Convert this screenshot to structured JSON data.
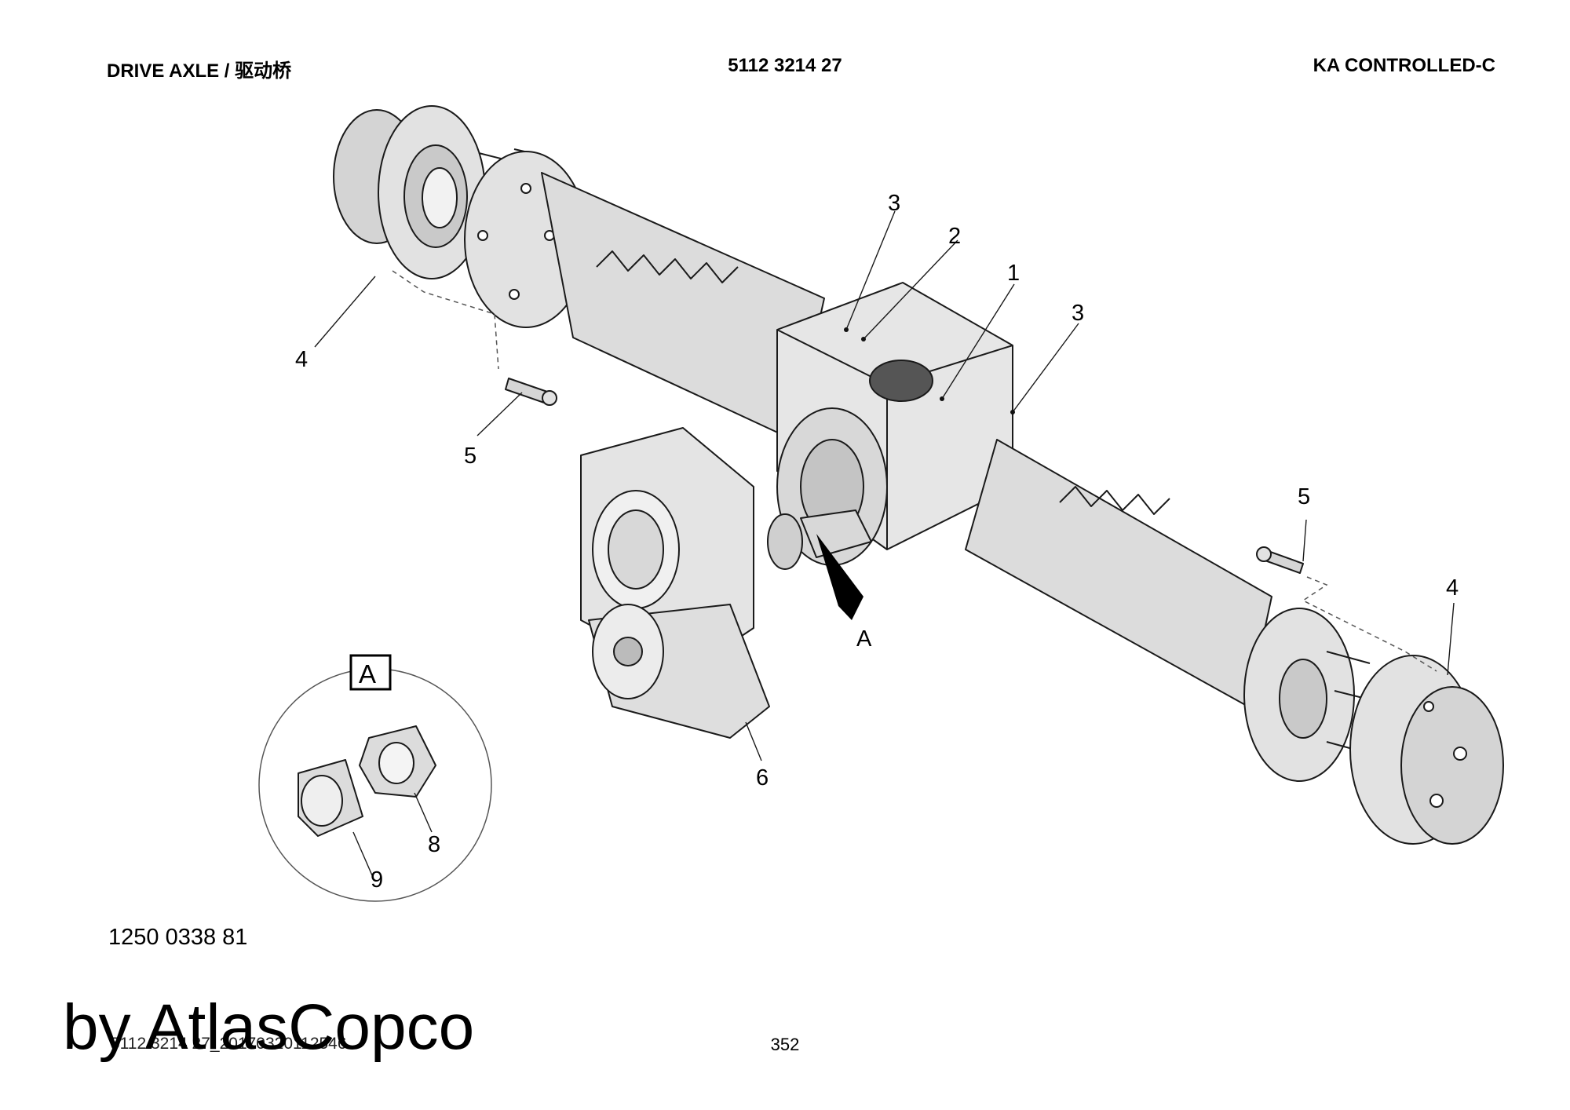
{
  "header": {
    "left": "DRIVE AXLE / 驱动桥",
    "center": "5112 3214 27",
    "right": "KA CONTROLLED-C"
  },
  "callouts": {
    "c1": "1",
    "c2": "2",
    "c3a": "3",
    "c3b": "3",
    "c4a": "4",
    "c4b": "4",
    "c5a": "5",
    "c5b": "5",
    "c6": "6",
    "c8": "8",
    "c9": "9",
    "detail_arrow": "A",
    "detail_box": "A"
  },
  "reference_number": "1250 0338 81",
  "footer": {
    "file_name": "5112 3214 27_20170320112546",
    "page_number": "352"
  },
  "watermark": "by AtlasCopco",
  "colors": {
    "part_fill": "#e2e2e2",
    "part_shade": "#c9c9c9",
    "outline": "#1a1a1a"
  }
}
